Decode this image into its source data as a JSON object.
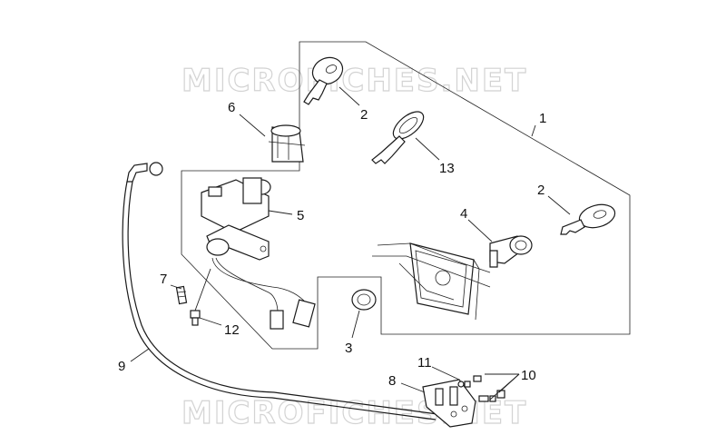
{
  "watermark": {
    "text": "MICROFICHES.NET"
  },
  "callouts": [
    {
      "id": "1",
      "label": "1"
    },
    {
      "id": "2a",
      "label": "2"
    },
    {
      "id": "2b",
      "label": "2"
    },
    {
      "id": "3",
      "label": "3"
    },
    {
      "id": "4",
      "label": "4"
    },
    {
      "id": "5",
      "label": "5"
    },
    {
      "id": "6",
      "label": "6"
    },
    {
      "id": "7",
      "label": "7"
    },
    {
      "id": "8",
      "label": "8"
    },
    {
      "id": "9",
      "label": "9"
    },
    {
      "id": "10",
      "label": "10"
    },
    {
      "id": "11",
      "label": "11"
    },
    {
      "id": "12",
      "label": "12"
    },
    {
      "id": "13",
      "label": "13"
    }
  ]
}
